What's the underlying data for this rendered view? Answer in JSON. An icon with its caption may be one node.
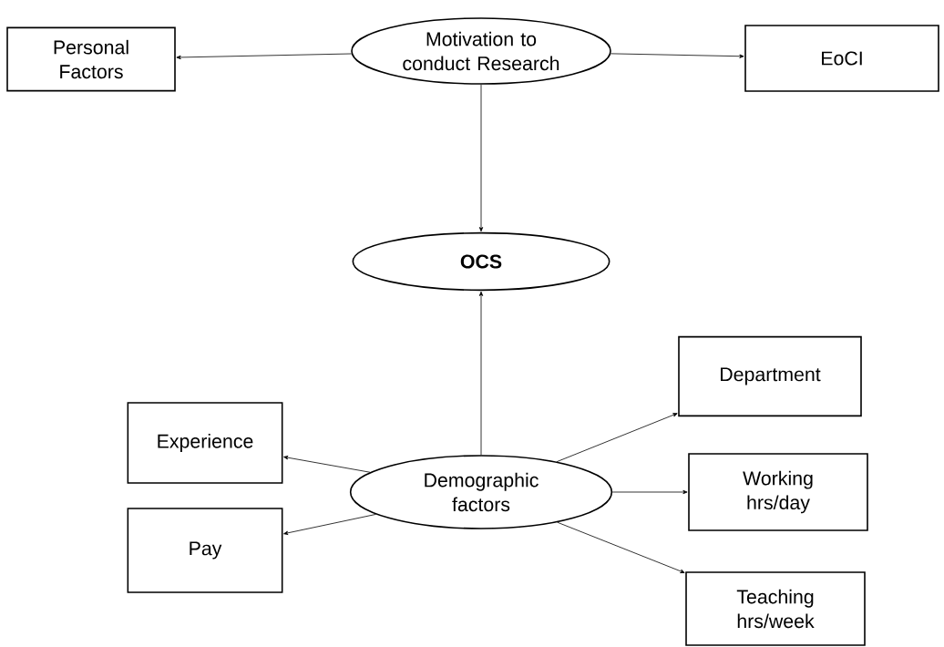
{
  "diagram": {
    "nodes": [
      {
        "text": [
          "Motivation to conduct Research"
        ]
      },
      {
        "text": [
          "Personal Factors"
        ]
      },
      {
        "text": [
          "EoCI"
        ]
      },
      {
        "text": [
          "OCS"
        ]
      },
      {
        "text": [
          "Department"
        ]
      },
      {
        "text": [
          "Experience"
        ]
      },
      {
        "text": [
          "Demographic factors"
        ]
      },
      {
        "text": [
          "Working hrs/day"
        ]
      },
      {
        "text": [
          "Pay"
        ]
      },
      {
        "text": [
          "Teaching hrs/week"
        ]
      }
    ],
    "edges": [
      {
        "from": 0,
        "to": 1,
        "arrow": "to"
      },
      {
        "from": 0,
        "to": 2,
        "arrow": "to"
      },
      {
        "from": 0,
        "to": 3,
        "arrow": "to"
      },
      {
        "from": 6,
        "to": 3,
        "arrow": "to"
      },
      {
        "from": 6,
        "to": 4,
        "arrow": "to"
      },
      {
        "from": 6,
        "to": 5,
        "arrow": "to"
      },
      {
        "from": 6,
        "to": 7,
        "arrow": "to"
      },
      {
        "from": 6,
        "to": 8,
        "arrow": "to"
      },
      {
        "from": 6,
        "to": 9,
        "arrow": "to"
      }
    ]
  }
}
